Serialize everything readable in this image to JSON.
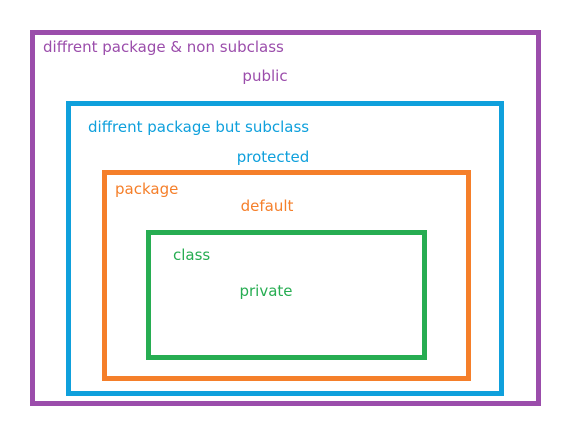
{
  "diagram": {
    "title": "",
    "scopes": [
      {
        "id": "public-scope",
        "scope_label": "diffrent package & non subclass",
        "modifier": "public",
        "color": "#9b4dab"
      },
      {
        "id": "protected-scope",
        "scope_label": "diffrent package but subclass",
        "modifier": "protected",
        "color": "#0fa0dc"
      },
      {
        "id": "default-scope",
        "scope_label": "package",
        "modifier": "default",
        "color": "#f57f2a"
      },
      {
        "id": "private-scope",
        "scope_label": "class",
        "modifier": "private",
        "color": "#27ad52"
      }
    ]
  }
}
